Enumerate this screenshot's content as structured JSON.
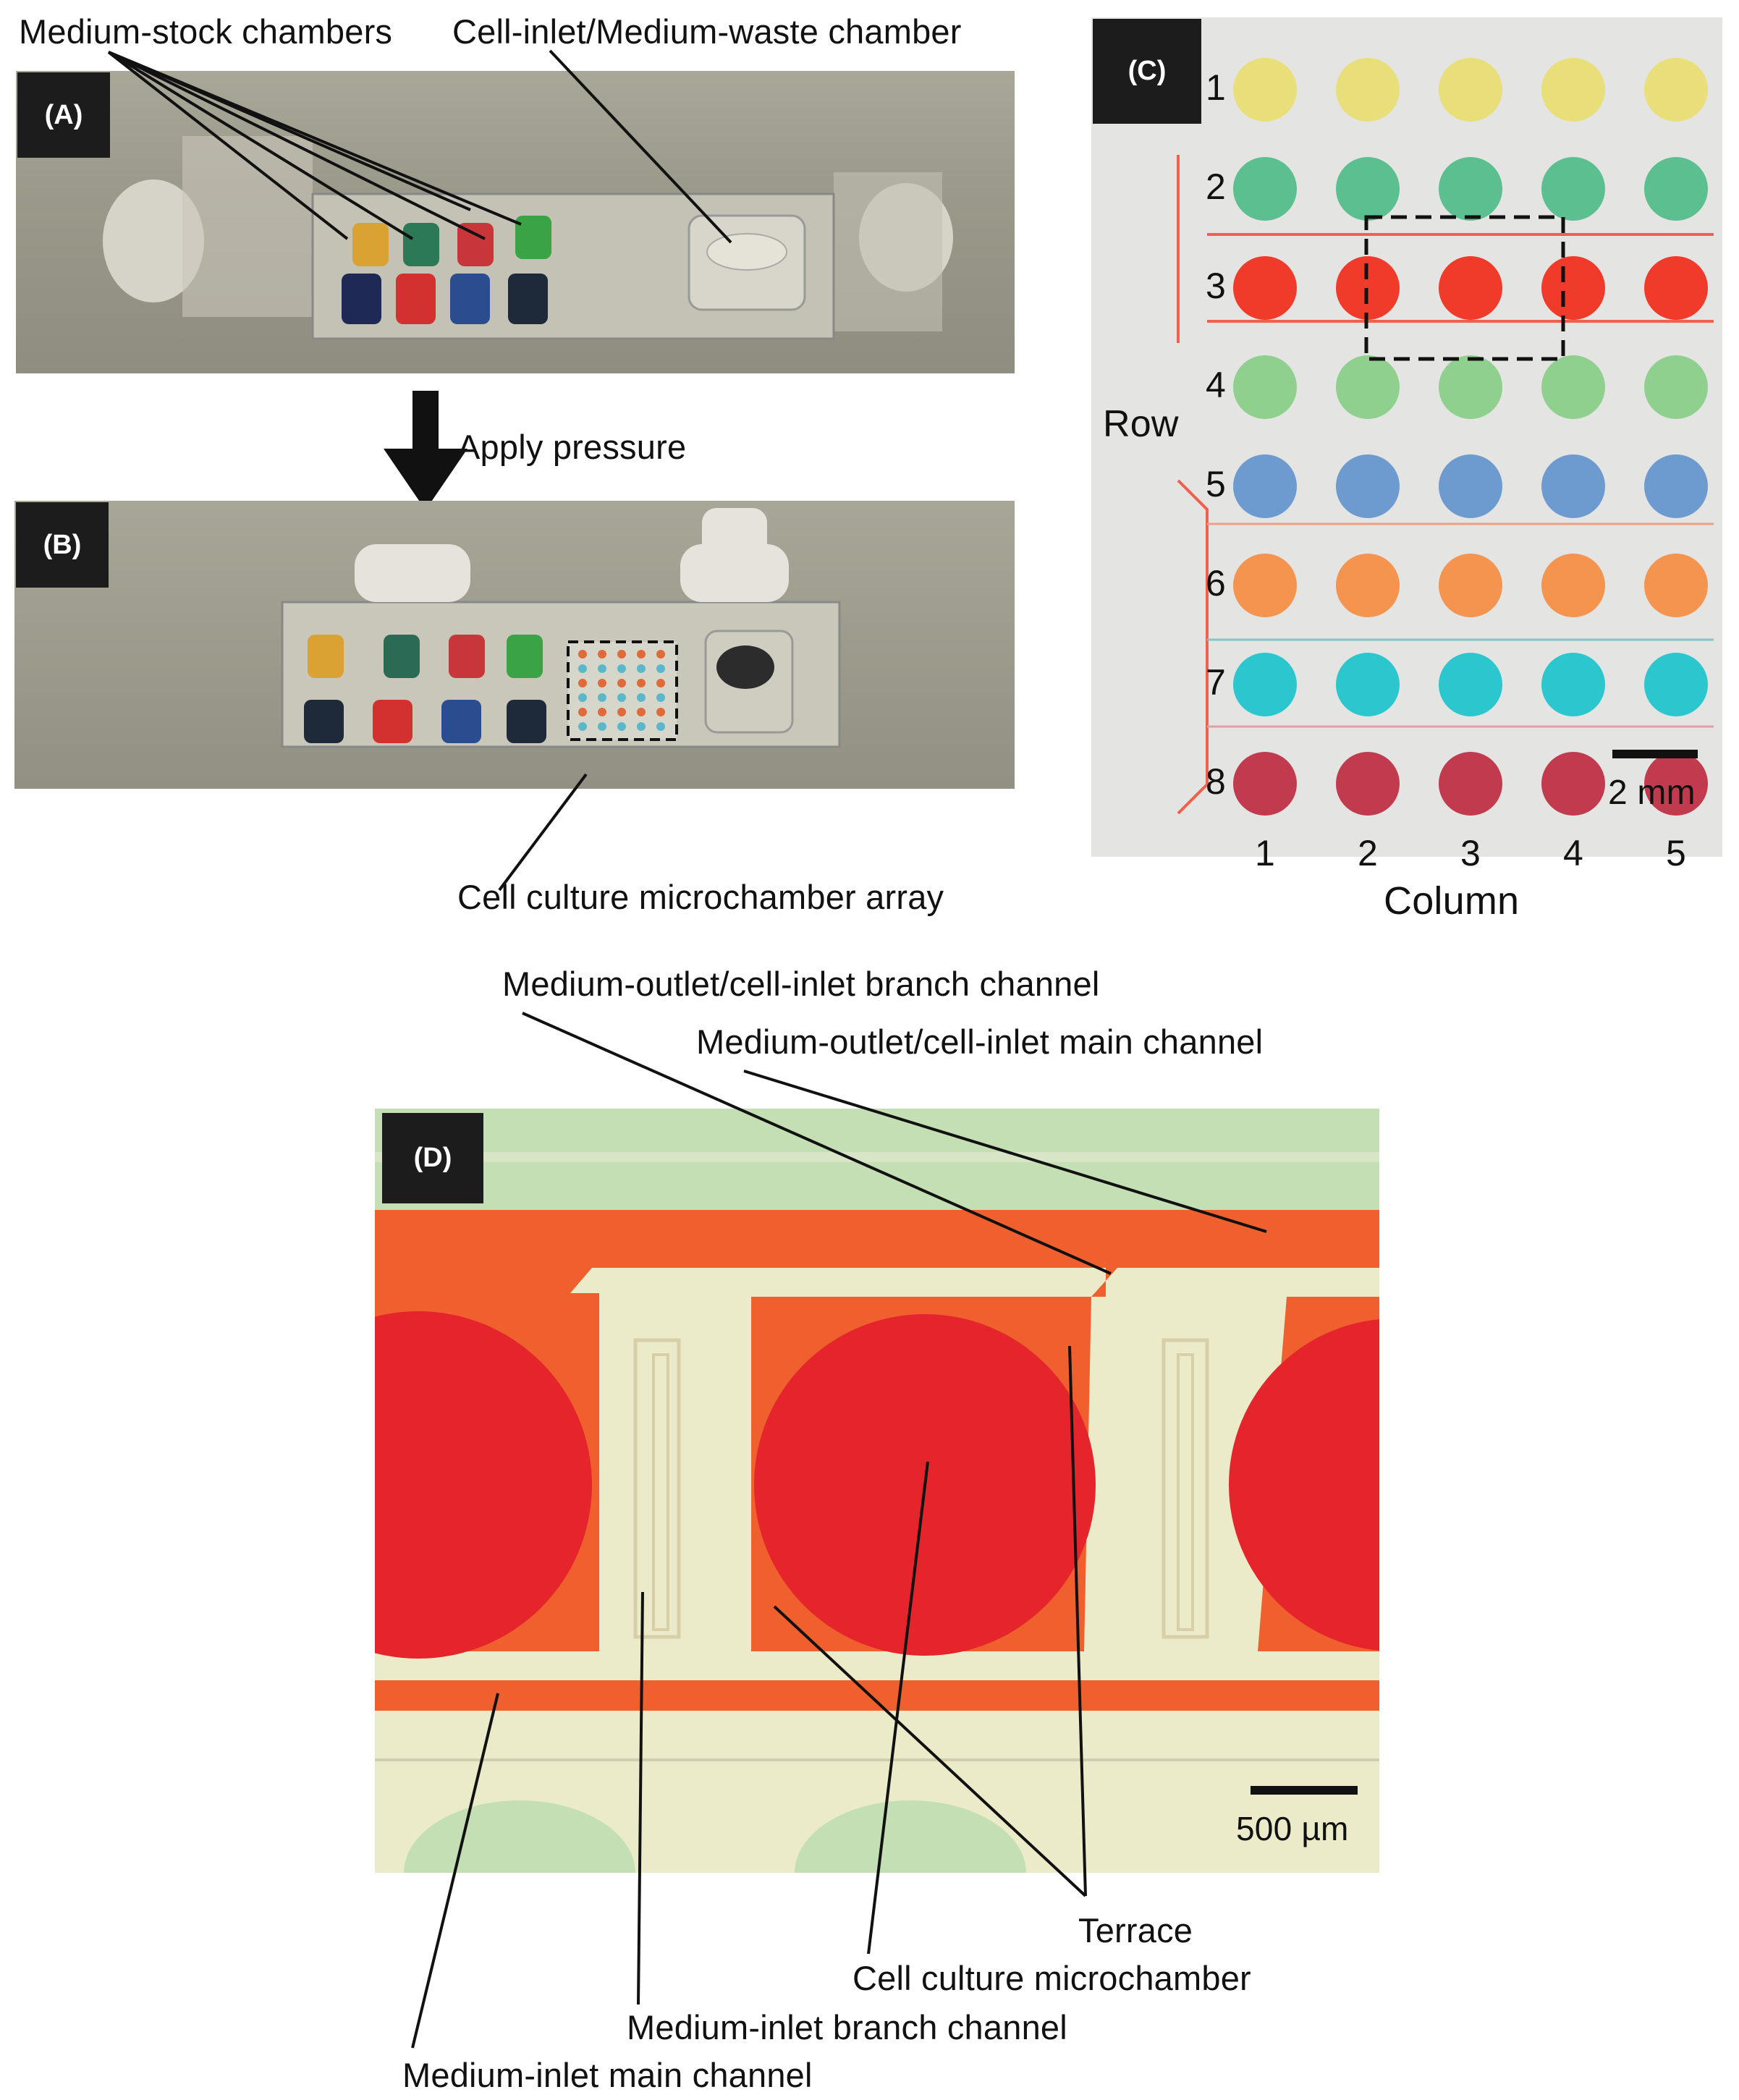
{
  "panels": {
    "a": {
      "tag": "(A)"
    },
    "b": {
      "tag": "(B)"
    },
    "c": {
      "tag": "(C)"
    },
    "d": {
      "tag": "(D)"
    }
  },
  "labels": {
    "medium_stock": "Medium-stock chambers",
    "cell_inlet_waste": "Cell-inlet/Medium-waste chamber",
    "apply_pressure": "Apply pressure",
    "microchamber_array": "Cell culture microchamber array",
    "row": "Row",
    "column": "Column",
    "scale_c": "2 mm",
    "outlet_branch": "Medium-outlet/cell-inlet branch channel",
    "outlet_main": "Medium-outlet/cell-inlet main channel",
    "scale_d": "500 µm",
    "terrace": "Terrace",
    "microchamber": "Cell culture microchamber",
    "inlet_branch": "Medium-inlet branch channel",
    "inlet_main": "Medium-inlet main channel"
  },
  "grid": {
    "rows": [
      "1",
      "2",
      "3",
      "4",
      "5",
      "6",
      "7",
      "8"
    ],
    "columns": [
      "1",
      "2",
      "3",
      "4",
      "5"
    ],
    "row_colors": [
      "#e8df7a",
      "#5cbf8f",
      "#f03a2a",
      "#8fd08f",
      "#6d9bd0",
      "#f4944f",
      "#2cc6cf",
      "#c23a4e"
    ]
  },
  "colors": {
    "channel_red": "#f0602e",
    "chamber_red": "#e5252b",
    "chip_bg": "#f0efd8"
  }
}
